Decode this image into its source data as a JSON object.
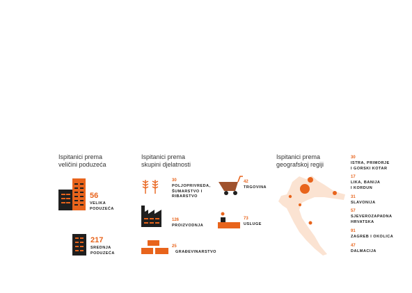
{
  "size_section": {
    "title_line1": "Ispitanici prema",
    "title_line2": "veličini poduzeća",
    "items": [
      {
        "count": "56",
        "label_line1": "VELIKA",
        "label_line2": "PODUZEĆA",
        "icon": "large-building-icon"
      },
      {
        "count": "217",
        "label_line1": "SREDNJA",
        "label_line2": "PODUZEĆA",
        "icon": "medium-building-icon"
      }
    ]
  },
  "sector_section": {
    "title_line1": "Ispitanici prema",
    "title_line2": "skupini djelatnosti",
    "items": [
      {
        "count": "30",
        "label_line1": "POLJOPRIVREDA,",
        "label_line2": "ŠUMARSTVO I",
        "label_line3": "RIBARSTVO",
        "icon": "wheat-icon"
      },
      {
        "count": "126",
        "label_line1": "PROIZVODNJA",
        "icon": "factory-icon"
      },
      {
        "count": "25",
        "label_line1": "GRAĐEVINARSTVO",
        "icon": "bricks-icon"
      },
      {
        "count": "42",
        "label_line1": "TRGOVINA",
        "icon": "wheelbarrow-icon"
      },
      {
        "count": "73",
        "label_line1": "USLUGE",
        "icon": "service-desk-icon"
      }
    ]
  },
  "region_section": {
    "title_line1": "Ispitanici prema",
    "title_line2": "geografskoj regiji",
    "items": [
      {
        "count": "30",
        "label_line1": "ISTRA, PRIMORJE",
        "label_line2": "I GORSKI KOTAR"
      },
      {
        "count": "17",
        "label_line1": "LIKA, BANIJA",
        "label_line2": "I KORDUN"
      },
      {
        "count": "31",
        "label_line1": "SLAVONIJA"
      },
      {
        "count": "57",
        "label_line1": "SJEVEROZAPADNA",
        "label_line2": "HRVATSKA"
      },
      {
        "count": "91",
        "label_line1": "ZAGREB I OKOLICA"
      },
      {
        "count": "47",
        "label_line1": "DALMACIJA"
      }
    ]
  },
  "colors": {
    "accent": "#e8641c",
    "dark": "#1f1f1f",
    "map_fill": "#fbe3d2"
  }
}
